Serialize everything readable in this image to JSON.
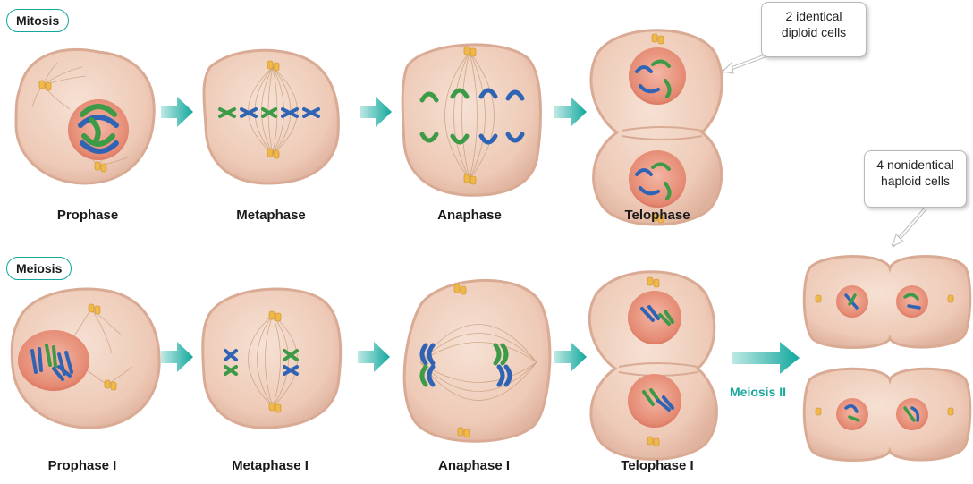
{
  "rows": {
    "mitosis": {
      "tag": "Mitosis",
      "stages": [
        "Prophase",
        "Metaphase",
        "Anaphase",
        "Telophase"
      ],
      "callout": [
        "2 identical",
        "diploid cells"
      ]
    },
    "meiosis": {
      "tag": "Meiosis",
      "stages": [
        "Prophase I",
        "Metaphase I",
        "Anaphase I",
        "Telophase I"
      ],
      "transition_label": "Meiosis II",
      "callout": [
        "4 nonidentical",
        "haploid cells"
      ]
    }
  },
  "colors": {
    "accent": "#12a89d",
    "cell_fill": "#f1d3c2",
    "cell_edge": "#d9ab95",
    "nucleus": "#e5826c",
    "chromosome_blue": "#2f64b5",
    "chromosome_green": "#3d9a46",
    "centrosome": "#efb94a"
  }
}
